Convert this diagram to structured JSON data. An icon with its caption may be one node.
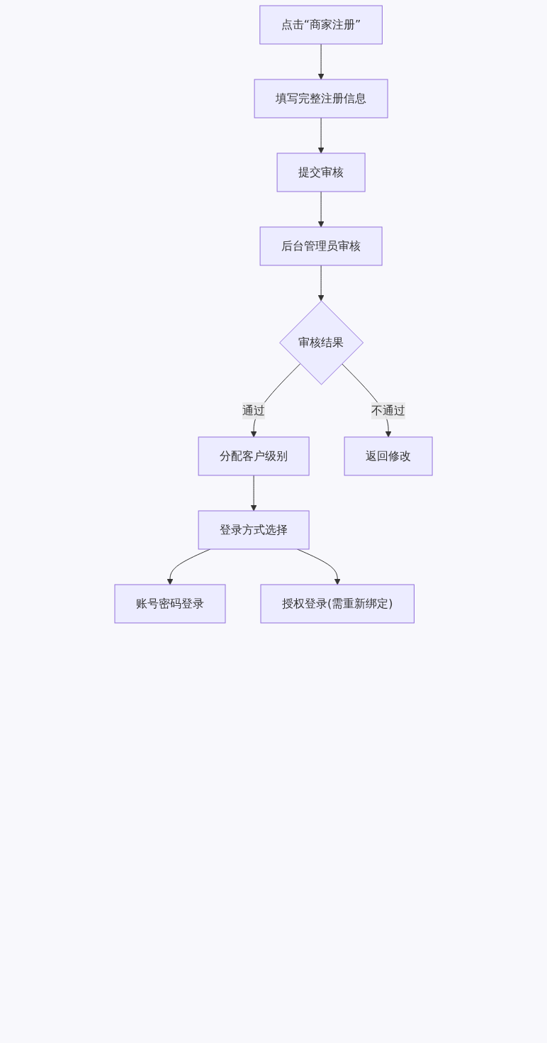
{
  "diagram": {
    "nodes": [
      {
        "text": [
          "点击“商家注册”"
        ]
      },
      {
        "text": [
          "填写完整注册信息"
        ]
      },
      {
        "text": [
          "提交审核"
        ]
      },
      {
        "text": [
          "后台管理员审核"
        ]
      },
      {
        "text": [
          "审核结果"
        ]
      },
      {
        "text": [
          "分配客户级别"
        ]
      },
      {
        "text": [
          "返回修改"
        ]
      },
      {
        "text": [
          "登录方式选择"
        ]
      },
      {
        "text": [
          "账号密码登录"
        ]
      },
      {
        "text": [
          "授权登录(需重新绑定)"
        ]
      }
    ],
    "edges": [
      {
        "from": 0,
        "to": 1,
        "arrow": "to"
      },
      {
        "from": 1,
        "to": 2,
        "arrow": "to"
      },
      {
        "from": 2,
        "to": 3,
        "arrow": "to"
      },
      {
        "from": 3,
        "to": 4,
        "arrow": "to"
      },
      {
        "from": 4,
        "to": 5,
        "label": "通过",
        "arrow": "to"
      },
      {
        "from": 4,
        "to": 6,
        "label": "不通过",
        "arrow": "to"
      },
      {
        "from": 5,
        "to": 7,
        "arrow": "to"
      },
      {
        "from": 7,
        "to": 8,
        "arrow": "to"
      },
      {
        "from": 7,
        "to": 9,
        "arrow": "to"
      }
    ]
  }
}
